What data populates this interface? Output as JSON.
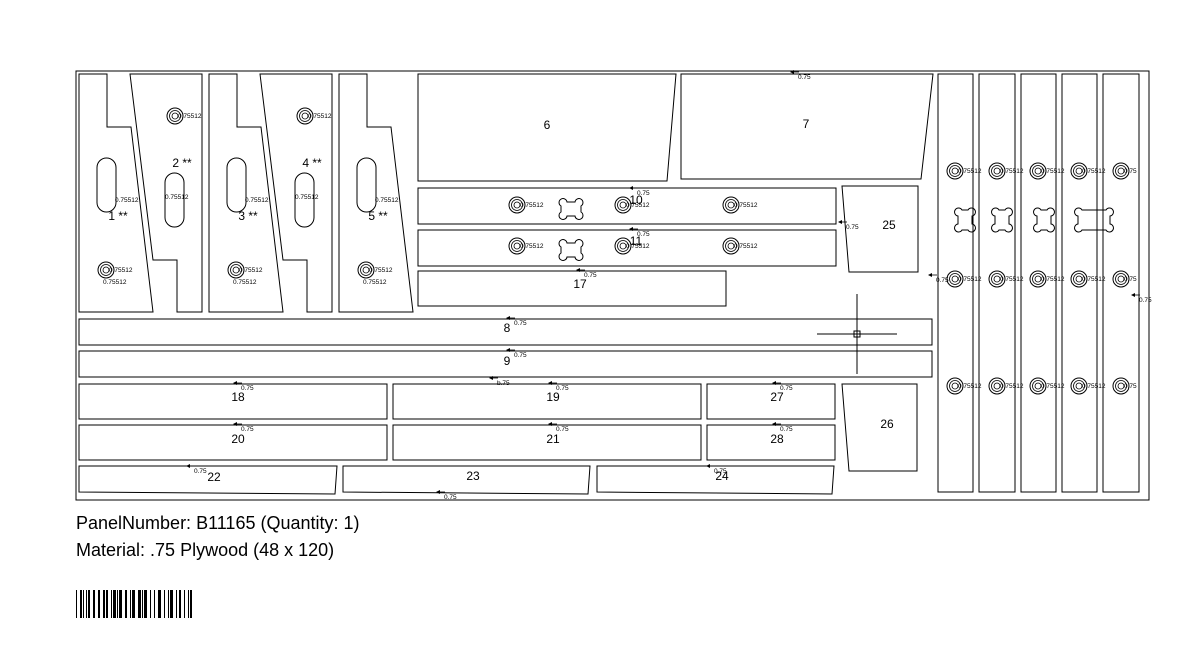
{
  "sheet": {
    "panel_number_label": "PanelNumber:",
    "panel_number": "B11165",
    "quantity_text": "(Quantity: 1)",
    "material_label": "Material:",
    "material": ".75 Plywood (48 x 120)",
    "barcode_value": "B11165"
  },
  "parts": [
    {
      "id": "1",
      "label": "1 **"
    },
    {
      "id": "2",
      "label": "2 **"
    },
    {
      "id": "3",
      "label": "3 **"
    },
    {
      "id": "4",
      "label": "4 **"
    },
    {
      "id": "5",
      "label": "5 **"
    },
    {
      "id": "6",
      "label": "6"
    },
    {
      "id": "7",
      "label": "7"
    },
    {
      "id": "8",
      "label": "8"
    },
    {
      "id": "9",
      "label": "9"
    },
    {
      "id": "10",
      "label": "10"
    },
    {
      "id": "11",
      "label": "11"
    },
    {
      "id": "17",
      "label": "17"
    },
    {
      "id": "18",
      "label": "18"
    },
    {
      "id": "19",
      "label": "19"
    },
    {
      "id": "20",
      "label": "20"
    },
    {
      "id": "21",
      "label": "21"
    },
    {
      "id": "22",
      "label": "22"
    },
    {
      "id": "23",
      "label": "23"
    },
    {
      "id": "24",
      "label": "24"
    },
    {
      "id": "25",
      "label": "25"
    },
    {
      "id": "26",
      "label": "26"
    },
    {
      "id": "27",
      "label": "27"
    },
    {
      "id": "28",
      "label": "28"
    }
  ],
  "annotations": {
    "hole_code": "0.75512",
    "hole_code_short": "0.75",
    "edge_thickness": "0.75",
    "edge_thickness_alt": "b.75"
  },
  "colors": {
    "line": "#000000",
    "background": "#ffffff"
  }
}
